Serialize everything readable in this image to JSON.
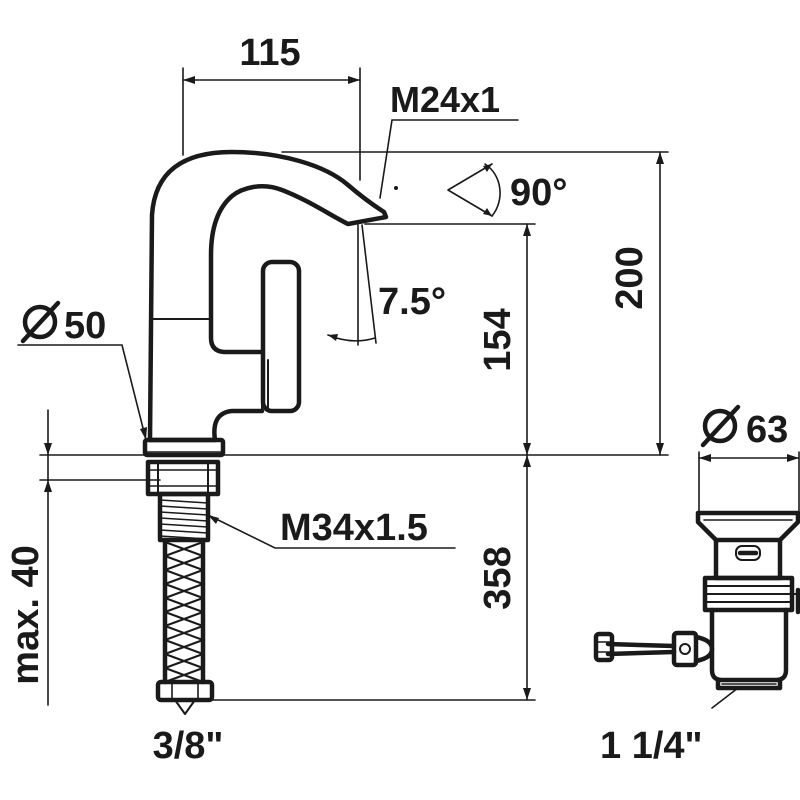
{
  "labels": {
    "dim_115": "115",
    "thread_m24": "M24x1",
    "angle_90": "90°",
    "angle_7_5": "7.5°",
    "dim_200": "200",
    "dim_154": "154",
    "dia_50": "50",
    "dia_63": "63",
    "thread_m34": "M34x1.5",
    "dim_358": "358",
    "max_40": "max. 40",
    "conn_3_8": "3/8\"",
    "conn_1_1_4": "1 1/4\""
  }
}
